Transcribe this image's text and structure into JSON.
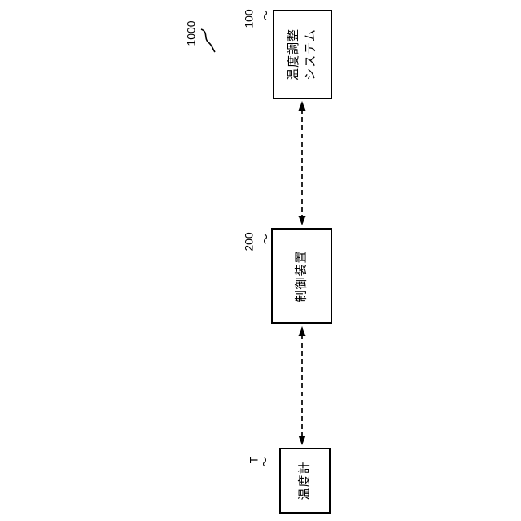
{
  "figure": {
    "system_ref": "1000",
    "tilde": "〜",
    "nodes": [
      {
        "ref": "100",
        "name": "temperature-adjustment-system",
        "lines": [
          "温度調整",
          "システム"
        ]
      },
      {
        "ref": "200",
        "name": "control-device",
        "lines": [
          "制御装置"
        ]
      },
      {
        "ref": "T",
        "name": "thermometer",
        "lines": [
          "温度計"
        ]
      }
    ],
    "connectors": [
      {
        "from": "100",
        "to": "200",
        "style": "dashed",
        "arrows": "both"
      },
      {
        "from": "200",
        "to": "T",
        "style": "dashed",
        "arrows": "both"
      }
    ]
  },
  "colors": {
    "ink": "#000000",
    "background": "#ffffff"
  }
}
